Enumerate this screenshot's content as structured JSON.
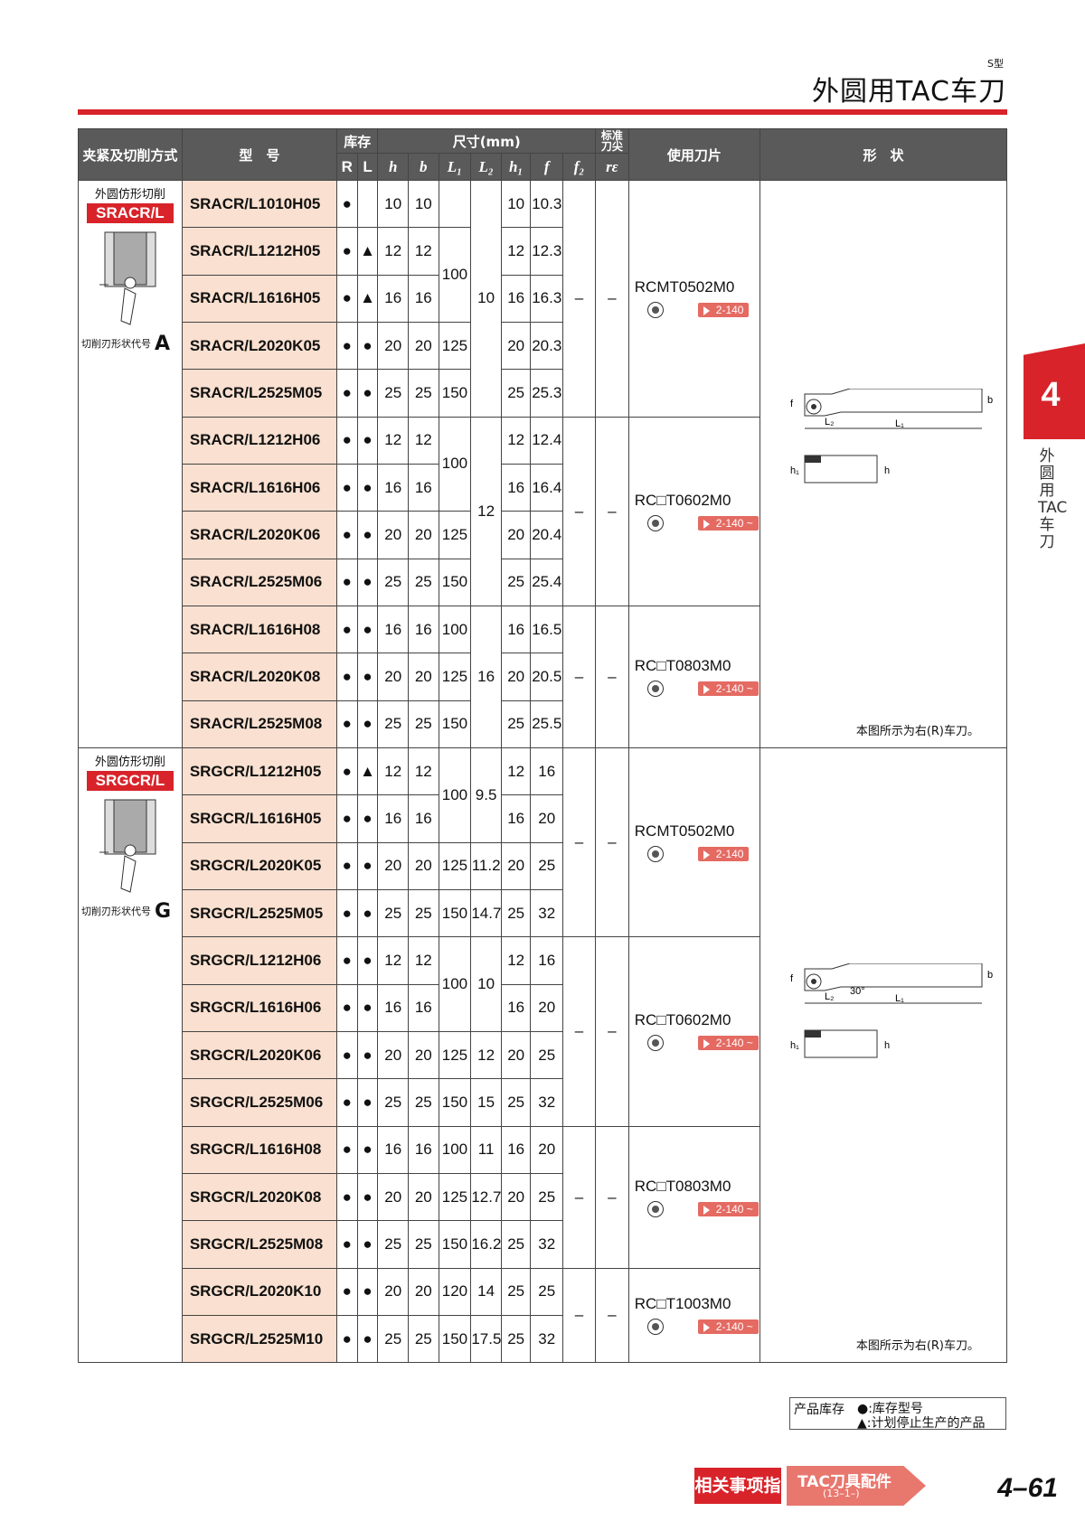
{
  "header": {
    "series": "S型",
    "title": "外圆用TAC车刀"
  },
  "side_tab": {
    "number": "4",
    "label": "外圆用TAC车刀"
  },
  "table_header": {
    "clamp": "夹紧及切削方式",
    "model": "型　号",
    "stock": "库存",
    "dims": "尺寸(mm)",
    "std_radius": "标准刀尖",
    "insert": "使用刀片",
    "shape": "形　状",
    "cols": [
      "R",
      "L",
      "h",
      "b",
      "L₁",
      "L₂",
      "h₁",
      "f",
      "f₂",
      "rε"
    ]
  },
  "groups": [
    {
      "clamp_caption": "外圆仿形切削",
      "clamp_code": "SRACR/L",
      "clamp_shape_label": "切削刃形状代号",
      "clamp_shape_letter": "A",
      "shape_note": "本图所示为右(R)车刀。",
      "blocks": [
        {
          "insert": "RCMT0502M0",
          "page": "2-140",
          "L1_span": [
            [
              "",
              1
            ],
            [
              "100",
              2
            ],
            [
              "125",
              1
            ],
            [
              "150",
              1
            ]
          ],
          "L2": "10",
          "rows": [
            {
              "model": "SRACR/L1010H05",
              "R": "●",
              "L": "",
              "h": "10",
              "b": "10",
              "h1": "10",
              "f": "10.3"
            },
            {
              "model": "SRACR/L1212H05",
              "R": "●",
              "L": "▲",
              "h": "12",
              "b": "12",
              "h1": "12",
              "f": "12.3"
            },
            {
              "model": "SRACR/L1616H05",
              "R": "●",
              "L": "▲",
              "h": "16",
              "b": "16",
              "h1": "16",
              "f": "16.3"
            },
            {
              "model": "SRACR/L2020K05",
              "R": "●",
              "L": "●",
              "h": "20",
              "b": "20",
              "h1": "20",
              "f": "20.3"
            },
            {
              "model": "SRACR/L2525M05",
              "R": "●",
              "L": "●",
              "h": "25",
              "b": "25",
              "h1": "25",
              "f": "25.3"
            }
          ]
        },
        {
          "insert": "RC□T0602M0",
          "page": "2-140 ~",
          "L1_span": [
            [
              "100",
              2
            ],
            [
              "125",
              1
            ],
            [
              "150",
              1
            ]
          ],
          "L2": "12",
          "rows": [
            {
              "model": "SRACR/L1212H06",
              "R": "●",
              "L": "●",
              "h": "12",
              "b": "12",
              "h1": "12",
              "f": "12.4"
            },
            {
              "model": "SRACR/L1616H06",
              "R": "●",
              "L": "●",
              "h": "16",
              "b": "16",
              "h1": "16",
              "f": "16.4"
            },
            {
              "model": "SRACR/L2020K06",
              "R": "●",
              "L": "●",
              "h": "20",
              "b": "20",
              "h1": "20",
              "f": "20.4"
            },
            {
              "model": "SRACR/L2525M06",
              "R": "●",
              "L": "●",
              "h": "25",
              "b": "25",
              "h1": "25",
              "f": "25.4"
            }
          ]
        },
        {
          "insert": "RC□T0803M0",
          "page": "2-140 ~",
          "L1_span": [
            [
              "100",
              1
            ],
            [
              "125",
              1
            ],
            [
              "150",
              1
            ]
          ],
          "L2": "16",
          "rows": [
            {
              "model": "SRACR/L1616H08",
              "R": "●",
              "L": "●",
              "h": "16",
              "b": "16",
              "h1": "16",
              "f": "16.5"
            },
            {
              "model": "SRACR/L2020K08",
              "R": "●",
              "L": "●",
              "h": "20",
              "b": "20",
              "h1": "20",
              "f": "20.5"
            },
            {
              "model": "SRACR/L2525M08",
              "R": "●",
              "L": "●",
              "h": "25",
              "b": "25",
              "h1": "25",
              "f": "25.5"
            }
          ]
        }
      ]
    },
    {
      "clamp_caption": "外圆仿形切削",
      "clamp_code": "SRGCR/L",
      "clamp_shape_label": "切削刃形状代号",
      "clamp_shape_letter": "G",
      "shape_note": "本图所示为右(R)车刀。",
      "blocks": [
        {
          "insert": "RCMT0502M0",
          "page": "2-140",
          "rows": [
            {
              "model": "SRGCR/L1212H05",
              "R": "●",
              "L": "▲",
              "h": "12",
              "b": "12",
              "L1": "100",
              "L2": "9.5",
              "h1": "12",
              "f": "16"
            },
            {
              "model": "SRGCR/L1616H05",
              "R": "●",
              "L": "●",
              "h": "16",
              "b": "16",
              "L1": "",
              "L2": "",
              "h1": "16",
              "f": "20"
            },
            {
              "model": "SRGCR/L2020K05",
              "R": "●",
              "L": "●",
              "h": "20",
              "b": "20",
              "L1": "125",
              "L2": "11.2",
              "h1": "20",
              "f": "25"
            },
            {
              "model": "SRGCR/L2525M05",
              "R": "●",
              "L": "●",
              "h": "25",
              "b": "25",
              "L1": "150",
              "L2": "14.7",
              "h1": "25",
              "f": "32"
            }
          ]
        },
        {
          "insert": "RC□T0602M0",
          "page": "2-140 ~",
          "rows": [
            {
              "model": "SRGCR/L1212H06",
              "R": "●",
              "L": "●",
              "h": "12",
              "b": "12",
              "L1": "100",
              "L2": "10",
              "h1": "12",
              "f": "16"
            },
            {
              "model": "SRGCR/L1616H06",
              "R": "●",
              "L": "●",
              "h": "16",
              "b": "16",
              "L1": "",
              "L2": "",
              "h1": "16",
              "f": "20"
            },
            {
              "model": "SRGCR/L2020K06",
              "R": "●",
              "L": "●",
              "h": "20",
              "b": "20",
              "L1": "125",
              "L2": "12",
              "h1": "20",
              "f": "25"
            },
            {
              "model": "SRGCR/L2525M06",
              "R": "●",
              "L": "●",
              "h": "25",
              "b": "25",
              "L1": "150",
              "L2": "15",
              "h1": "25",
              "f": "32"
            }
          ]
        },
        {
          "insert": "RC□T0803M0",
          "page": "2-140 ~",
          "rows": [
            {
              "model": "SRGCR/L1616H08",
              "R": "●",
              "L": "●",
              "h": "16",
              "b": "16",
              "L1": "100",
              "L2": "11",
              "h1": "16",
              "f": "20"
            },
            {
              "model": "SRGCR/L2020K08",
              "R": "●",
              "L": "●",
              "h": "20",
              "b": "20",
              "L1": "125",
              "L2": "12.7",
              "h1": "20",
              "f": "25"
            },
            {
              "model": "SRGCR/L2525M08",
              "R": "●",
              "L": "●",
              "h": "25",
              "b": "25",
              "L1": "150",
              "L2": "16.2",
              "h1": "25",
              "f": "32"
            }
          ]
        },
        {
          "insert": "RC□T1003M0",
          "page": "2-140 ~",
          "rows": [
            {
              "model": "SRGCR/L2020K10",
              "R": "●",
              "L": "●",
              "h": "20",
              "b": "20",
              "L1": "120",
              "L2": "14",
              "h1": "25",
              "f": "25"
            },
            {
              "model": "SRGCR/L2525M10",
              "R": "●",
              "L": "●",
              "h": "25",
              "b": "25",
              "L1": "150",
              "L2": "17.5",
              "h1": "25",
              "f": "32"
            }
          ]
        }
      ]
    }
  ],
  "dash": "–",
  "diagram_labels": {
    "L1": "L₁",
    "L2": "L₂",
    "b": "b",
    "f": "f",
    "h": "h",
    "h1": "h₁",
    "angle": "30°"
  },
  "legend": {
    "title": "产品库存",
    "stock": "●:库存型号",
    "discontinue": "▲:计划停止生产的产品"
  },
  "footer": {
    "guide": "相关事项指南",
    "acc_title": "TAC刀具配件",
    "acc_ref": "(13–1–)",
    "page": "4–61"
  },
  "colors": {
    "accent": "#d8232a",
    "header_bg": "#5a5a5a",
    "model_bg": "#f9e0d0"
  }
}
